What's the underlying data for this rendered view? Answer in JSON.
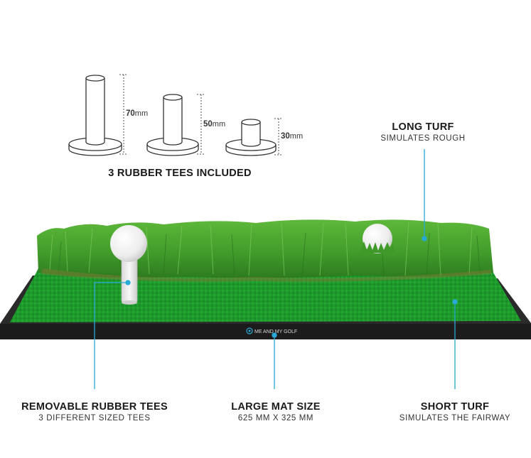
{
  "tees": {
    "heading": "3 RUBBER TEES INCLUDED",
    "items": [
      {
        "value": "70",
        "unit": "mm"
      },
      {
        "value": "50",
        "unit": "mm"
      },
      {
        "value": "30",
        "unit": "mm"
      }
    ]
  },
  "callouts": {
    "long_turf": {
      "title": "LONG TURF",
      "subtitle": "SIMULATES ROUGH"
    },
    "removable_tees": {
      "title": "REMOVABLE RUBBER TEES",
      "subtitle": "3 DIFFERENT SIZED TEES"
    },
    "mat_size": {
      "title": "LARGE MAT SIZE",
      "subtitle": "625 MM X 325 MM"
    },
    "short_turf": {
      "title": "SHORT TURF",
      "subtitle": "SIMULATES THE FAIRWAY"
    }
  },
  "brand": {
    "logo_text": "ME AND MY GOLF"
  },
  "colors": {
    "accent_line": "#29a9d6",
    "long_grass": "#3f9a2a",
    "short_grass": "#1f9a2b",
    "rubber_base": "#2a2a2a"
  }
}
